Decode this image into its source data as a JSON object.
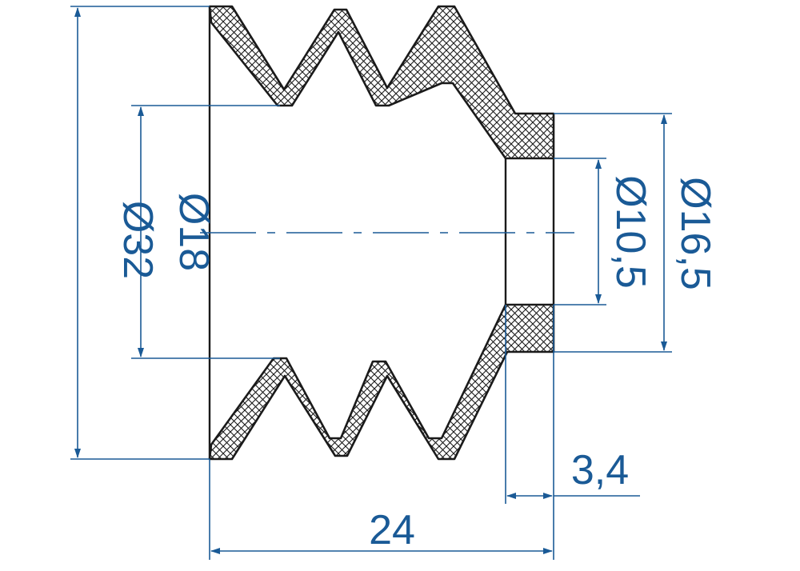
{
  "colors": {
    "dimension": "#1a5a96",
    "outline": "#1a1a1a",
    "hatch": "#1a1a1a",
    "background": "#ffffff"
  },
  "dimensions": {
    "outer_diameter": "Ø32",
    "inner_diameter": "Ø18",
    "bore_diameter": "Ø10,5",
    "neck_diameter": "Ø16,5",
    "overall_length": "24",
    "neck_length": "3,4"
  }
}
